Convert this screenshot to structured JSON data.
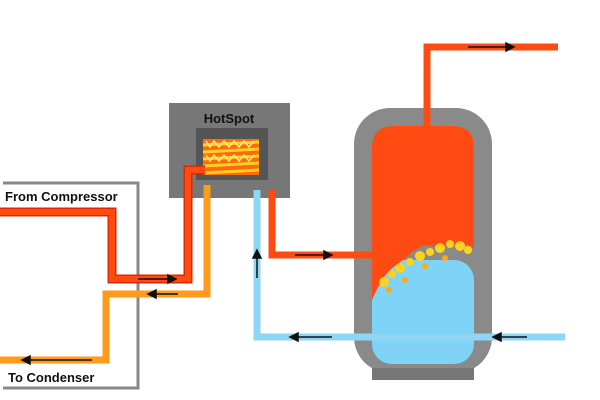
{
  "labels": {
    "hotspot": "HotSpot",
    "from_compressor": "From Compressor",
    "to_condenser": "To Condenser"
  },
  "colors": {
    "hot_pipe": "#ff4a12",
    "hot_outline": "#e02800",
    "warm_pipe": "#ff9a1a",
    "cold_pipe": "#8fd6f5",
    "cold_water": "#7fd3f7",
    "hot_water": "#ff4a12",
    "flame_yellow": "#ffd21e",
    "housing_grey": "#777777",
    "housing_dark": "#555555",
    "tank_shell": "#8a8a8a",
    "frame_grey": "#888888",
    "arrow": "#111111"
  },
  "icons": {
    "flow_arrow": "arrow-icon",
    "heat_coil": "coil-icon"
  }
}
